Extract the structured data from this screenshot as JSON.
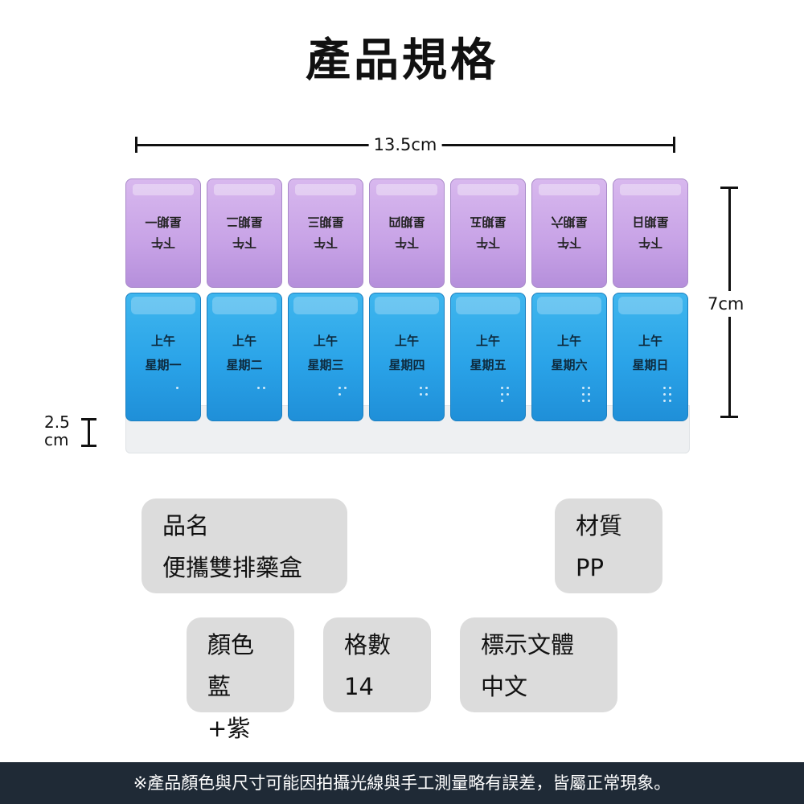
{
  "title": "產品規格",
  "dimensions": {
    "width": "13.5cm",
    "height": "7cm",
    "depth_value": "2.5",
    "depth_unit": "cm"
  },
  "pillbox": {
    "pm_label": "下午",
    "am_label": "上午",
    "days": [
      "星期一",
      "星期二",
      "星期三",
      "星期四",
      "星期五",
      "星期六",
      "星期日"
    ],
    "colors": {
      "top_row": "#c7a2e6",
      "bottom_row": "#2aa3e8",
      "base": "#eef0f2"
    }
  },
  "specs": {
    "name": {
      "label": "品名",
      "value": "便攜雙排藥盒"
    },
    "material": {
      "label": "材質",
      "value": "PP"
    },
    "color": {
      "label": "顏色",
      "value": "藍+紫"
    },
    "cells": {
      "label": "格數",
      "value": "14"
    },
    "font": {
      "label": "標示文體",
      "value": "中文"
    }
  },
  "footer": "※產品顏色與尺寸可能因拍攝光線與手工測量略有誤差，皆屬正常現象。"
}
